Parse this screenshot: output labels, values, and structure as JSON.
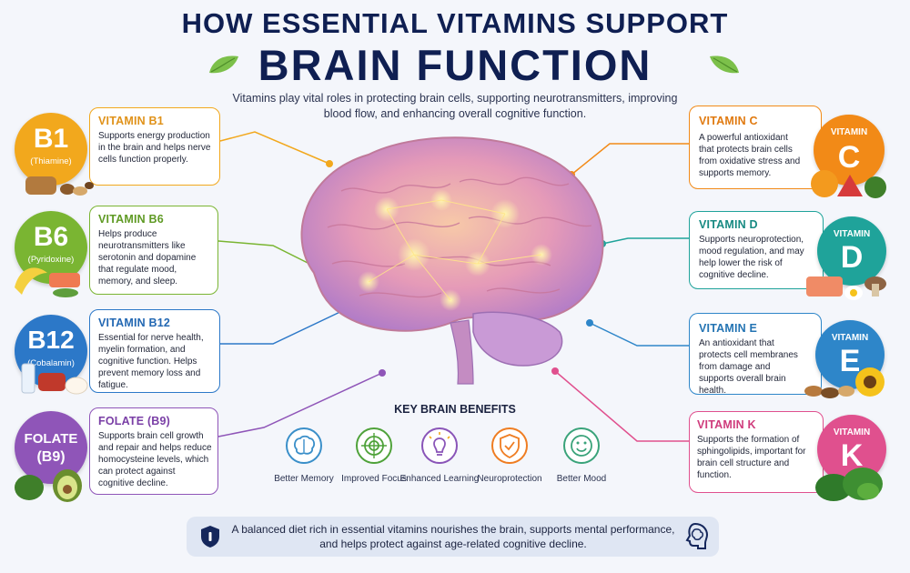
{
  "header": {
    "title_line1": "HOW ESSENTIAL VITAMINS SUPPORT",
    "title_line2": "BRAIN FUNCTION",
    "subtitle": "Vitamins play vital roles in protecting brain cells, supporting neurotransmitters, improving blood flow, and enhancing overall cognitive function."
  },
  "vitamins_left": [
    {
      "badge": "B1",
      "badge_sub": "(Thiamine)",
      "name": "VITAMIN B1",
      "description": "Supports energy production in the brain and helps nerve cells function properly.",
      "color": "#f2a81d"
    },
    {
      "badge": "B6",
      "badge_sub": "(Pyridoxine)",
      "name": "VITAMIN B6",
      "description": "Helps produce neurotransmitters like serotonin and dopamine that regulate mood, memory, and sleep.",
      "color": "#7ab532"
    },
    {
      "badge": "B12",
      "badge_sub": "(Cobalamin)",
      "name": "VITAMIN B12",
      "description": "Essential for nerve health, myelin formation, and cognitive function. Helps prevent memory loss and fatigue.",
      "color": "#2c78c8"
    },
    {
      "badge": "FOLATE",
      "badge_sub": "(B9)",
      "name": "FOLATE (B9)",
      "description": "Supports brain cell growth and repair and helps reduce homocysteine levels, which can protect against cognitive decline.",
      "color": "#8f55b8"
    }
  ],
  "vitamins_right": [
    {
      "badge_top": "VITAMIN",
      "badge": "C",
      "name": "VITAMIN C",
      "description": "A powerful antioxidant that protects brain cells from oxidative stress and supports memory.",
      "color": "#f28a17"
    },
    {
      "badge_top": "VITAMIN",
      "badge": "D",
      "name": "VITAMIN D",
      "description": "Supports neuroprotection, mood regulation, and may help lower the risk of cognitive decline.",
      "color": "#1fa39a"
    },
    {
      "badge_top": "VITAMIN",
      "badge": "E",
      "name": "VITAMIN E",
      "description": "An antioxidant that protects cell membranes from damage and supports overall brain health.",
      "color": "#2e86c9"
    },
    {
      "badge_top": "VITAMIN",
      "badge": "K",
      "name": "VITAMIN K",
      "description": "Supports the formation of sphingolipids, important for brain cell structure and function.",
      "color": "#e0508e"
    }
  ],
  "benefits": {
    "title": "KEY BRAIN BENEFITS",
    "items": [
      {
        "label": "Better Memory",
        "icon": "brain-icon",
        "color": "#3a8fc9"
      },
      {
        "label": "Improved Focus",
        "icon": "target-icon",
        "color": "#4fa23a"
      },
      {
        "label": "Enhanced Learning",
        "icon": "lightbulb-icon",
        "color": "#8a55b8"
      },
      {
        "label": "Neuroprotection",
        "icon": "shield-icon",
        "color": "#ef7d22"
      },
      {
        "label": "Better Mood",
        "icon": "smiley-icon",
        "color": "#3aa37a"
      }
    ]
  },
  "footer": {
    "text": "A balanced diet rich in essential vitamins nourishes the brain, supports mental performance, and helps protect against age-related cognitive decline.",
    "left_icon": "shield-icon",
    "right_icon": "head-brain-icon"
  }
}
